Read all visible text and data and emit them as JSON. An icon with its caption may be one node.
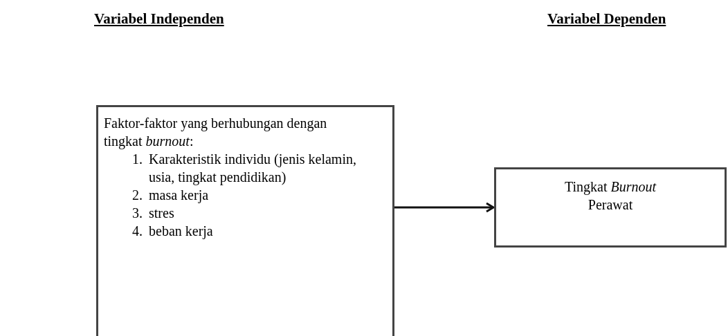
{
  "diagram": {
    "nodes": [
      {
        "text": [
          "Faktor-faktor yang berhubungan dengan tingkat *burnout*:",
          "1. Karakteristik individu (jenis kelamin, usia, tingkat pendidikan)",
          "2. masa kerja",
          "3. stres",
          "4. beban kerja"
        ]
      },
      {
        "text": [
          "Tingkat *Burnout* Perawat"
        ]
      }
    ],
    "edges": [
      {
        "from": 0,
        "to": 1,
        "arrow": "to"
      }
    ],
    "labels": [
      "Variabel Independen",
      "Variabel Dependen"
    ]
  }
}
